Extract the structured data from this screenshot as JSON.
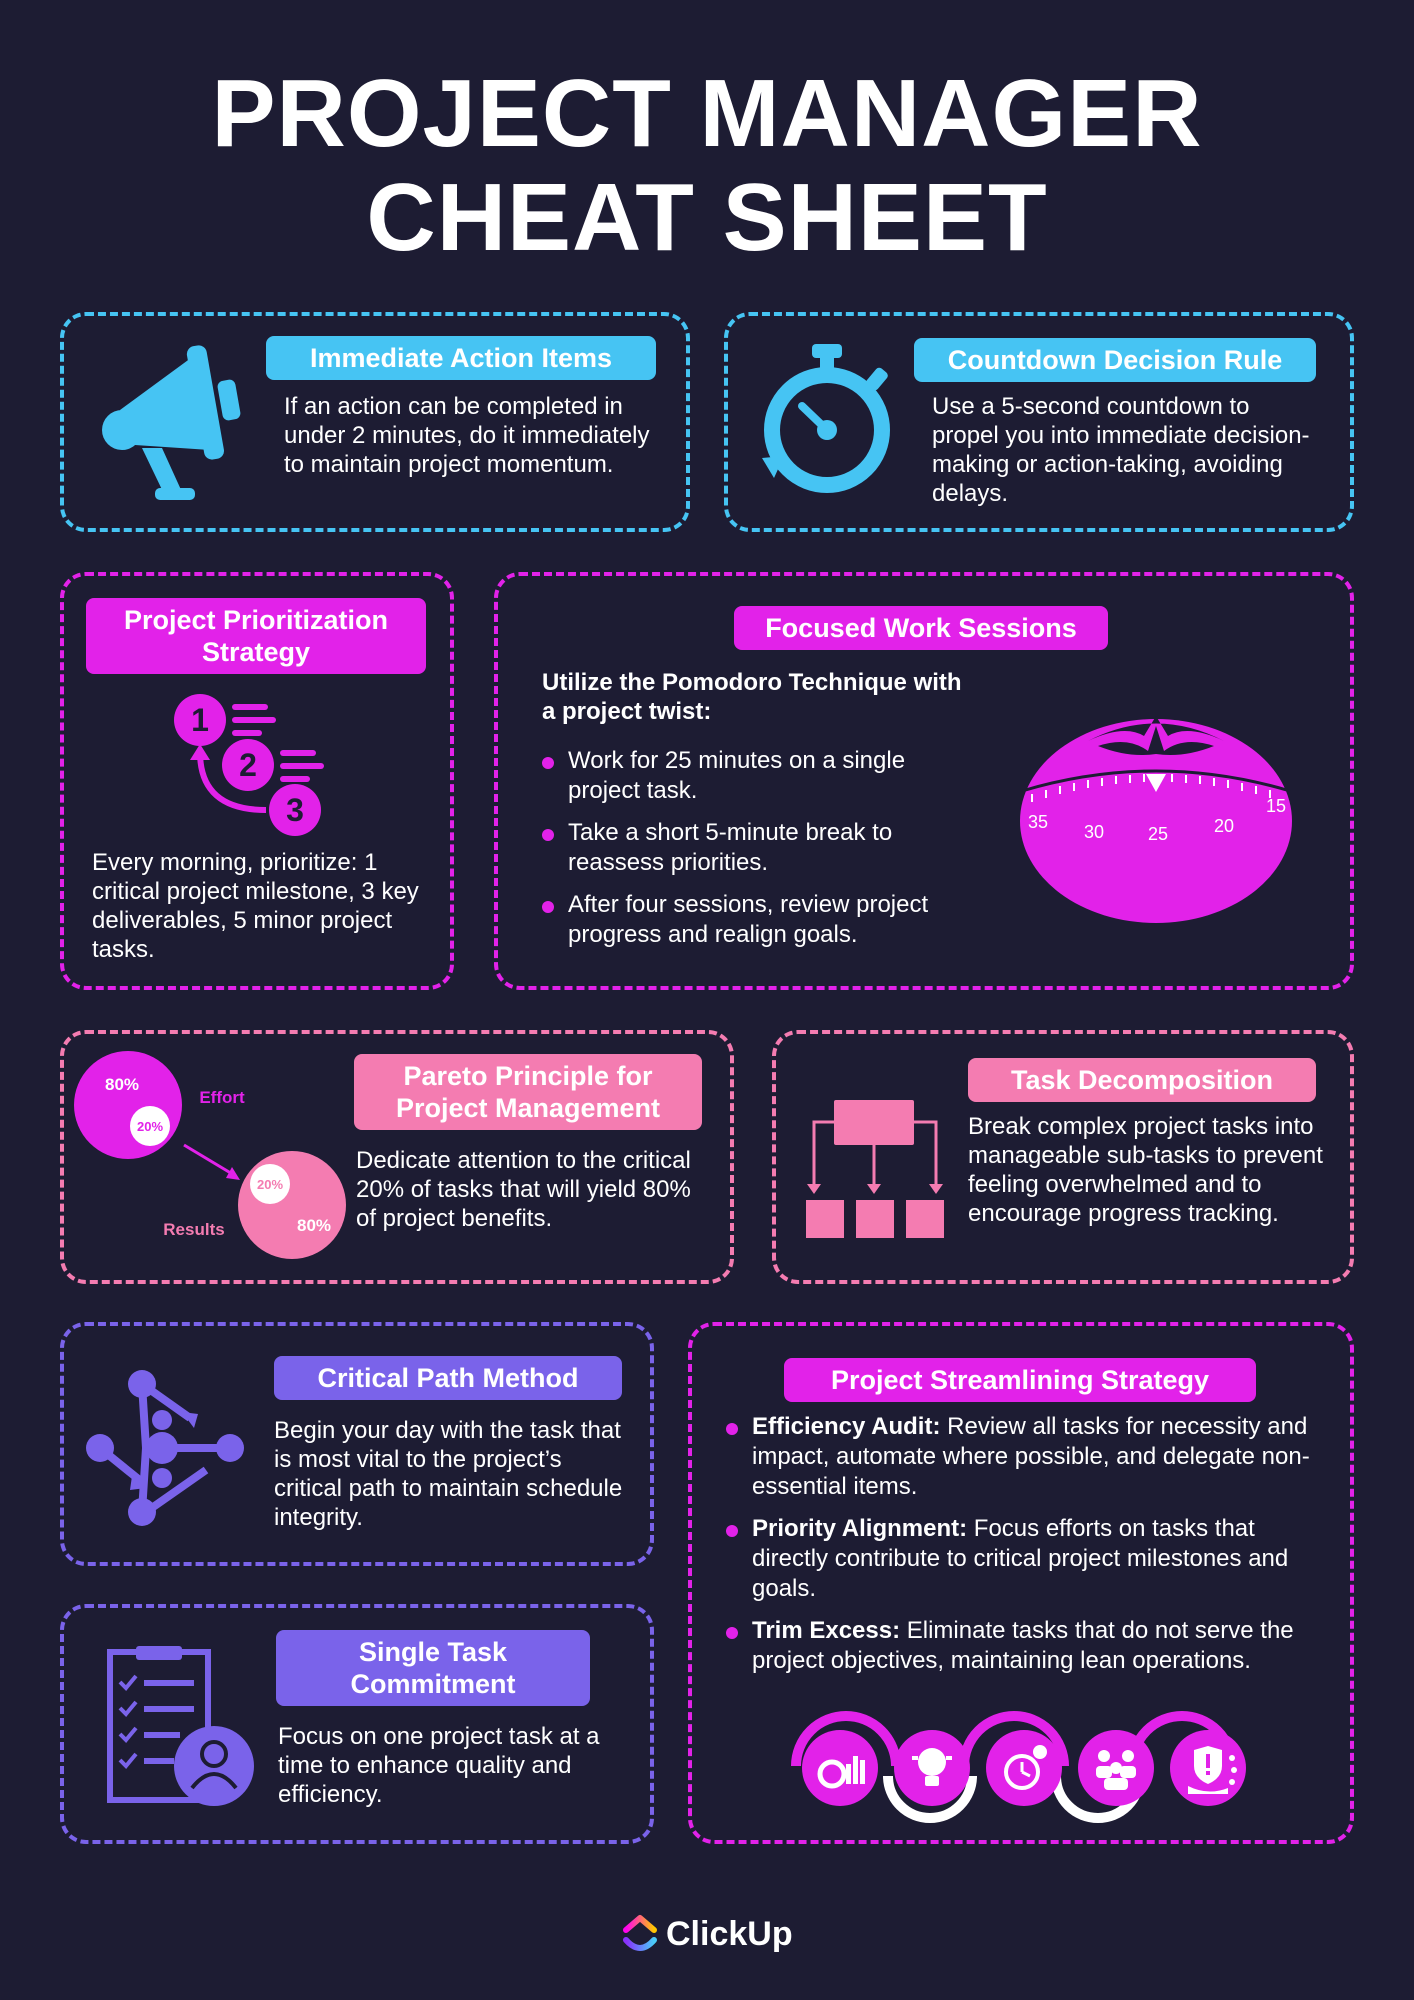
{
  "title": {
    "line1": "PROJECT MANAGER",
    "line2": "CHEAT SHEET"
  },
  "cards": {
    "immediate": {
      "label": "Immediate Action Items",
      "text": "If an action can be completed in under 2 minutes, do it immediately to maintain project momentum."
    },
    "countdown": {
      "label": "Countdown Decision Rule",
      "text": "Use a 5-second countdown to propel you into immediate decision-making or action-taking, avoiding delays."
    },
    "prioritization": {
      "label": "Project Prioritization Strategy",
      "text": "Every morning, prioritize: 1 critical project milestone, 3 key deliverables, 5 minor project tasks.",
      "steps": [
        "1",
        "2",
        "3"
      ]
    },
    "focused": {
      "label": "Focused Work Sessions",
      "intro": "Utilize the Pomodoro Technique with a project twist:",
      "bullets": [
        "Work for 25 minutes on a single project task.",
        "Take a short 5-minute break to reassess priorities.",
        "After four sessions, review project progress and realign goals."
      ],
      "timer_numbers": [
        "35",
        "30",
        "25",
        "20",
        "15"
      ]
    },
    "pareto": {
      "label": "Pareto Principle for Project Management",
      "text": "Dedicate attention to the critical 20% of tasks that will yield 80% of project benefits.",
      "effort_label": "Effort",
      "results_label": "Results",
      "effort_big": "80%",
      "effort_small": "20%",
      "results_small": "20%",
      "results_big": "80%"
    },
    "decomposition": {
      "label": "Task Decomposition",
      "text": "Break complex project tasks into manageable sub-tasks to prevent feeling overwhelmed and to encourage progress tracking."
    },
    "critical_path": {
      "label": "Critical Path Method",
      "text": "Begin your day with the task that is most vital to the project’s critical path to maintain schedule integrity."
    },
    "streamlining": {
      "label": "Project Streamlining Strategy",
      "items": [
        {
          "term": "Efficiency Audit:",
          "text": " Review all tasks for necessity and impact, automate where possible, and delegate non-essential items."
        },
        {
          "term": "Priority Alignment:",
          "text": " Focus efforts on tasks that directly contribute to critical project milestones and goals."
        },
        {
          "term": "Trim Excess:",
          "text": " Eliminate tasks that do not serve the project objectives, maintaining lean operations."
        }
      ]
    },
    "single_task": {
      "label": "Single Task Commitment",
      "text": "Focus on one project task at a time to enhance quality and efficiency."
    }
  },
  "footer": {
    "brand": "ClickUp"
  },
  "colors": {
    "background": "#1d1c33",
    "cyan": "#46c4f3",
    "magenta": "#e222e9",
    "pink": "#f47cb1",
    "violet": "#7a63ea"
  }
}
